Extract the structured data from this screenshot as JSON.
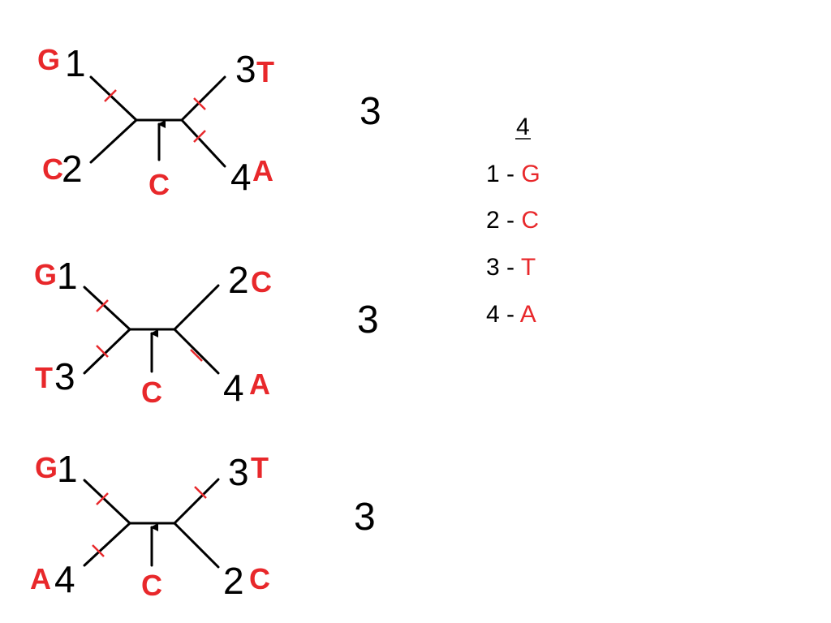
{
  "colors": {
    "ink": "#000000",
    "accent": "#e8282b"
  },
  "trees": [
    {
      "leaves": {
        "top_left": {
          "num": "1",
          "base": "G"
        },
        "bottom_left": {
          "num": "2",
          "base": "C"
        },
        "top_right": {
          "num": "3",
          "base": "T"
        },
        "bottom_right": {
          "num": "4",
          "base": "A"
        }
      },
      "ancestor_base": "C",
      "score": "3"
    },
    {
      "leaves": {
        "top_left": {
          "num": "1",
          "base": "G"
        },
        "bottom_left": {
          "num": "3",
          "base": "T"
        },
        "top_right": {
          "num": "2",
          "base": "C"
        },
        "bottom_right": {
          "num": "4",
          "base": "A"
        }
      },
      "ancestor_base": "C",
      "score": "3"
    },
    {
      "leaves": {
        "top_left": {
          "num": "1",
          "base": "G"
        },
        "bottom_left": {
          "num": "4",
          "base": "A"
        },
        "top_right": {
          "num": "3",
          "base": "T"
        },
        "bottom_right": {
          "num": "2",
          "base": "C"
        }
      },
      "ancestor_base": "C",
      "score": "3"
    }
  ],
  "legend": {
    "heading": "4",
    "rows": [
      {
        "num": "1",
        "sep": " - ",
        "base": "G"
      },
      {
        "num": "2",
        "sep": " - ",
        "base": "C"
      },
      {
        "num": "3",
        "sep": " - ",
        "base": "T"
      },
      {
        "num": "4",
        "sep": " - ",
        "base": "A"
      }
    ]
  }
}
